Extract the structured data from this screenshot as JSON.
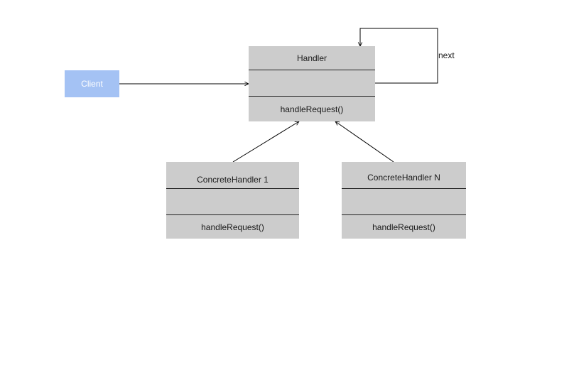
{
  "diagram": {
    "client": {
      "label": "Client"
    },
    "handler": {
      "name": "Handler",
      "attributes": "",
      "method": "handleRequest()"
    },
    "concrete_handler_1": {
      "name": "ConcreteHandler 1",
      "attributes": "",
      "method": "handleRequest()"
    },
    "concrete_handler_n": {
      "name": "ConcreteHandler N",
      "attributes": "",
      "method": "handleRequest()"
    },
    "self_link_label": "next"
  },
  "colors": {
    "client_fill": "#a4c2f4",
    "class_fill": "#cccccc",
    "line": "#000000"
  }
}
